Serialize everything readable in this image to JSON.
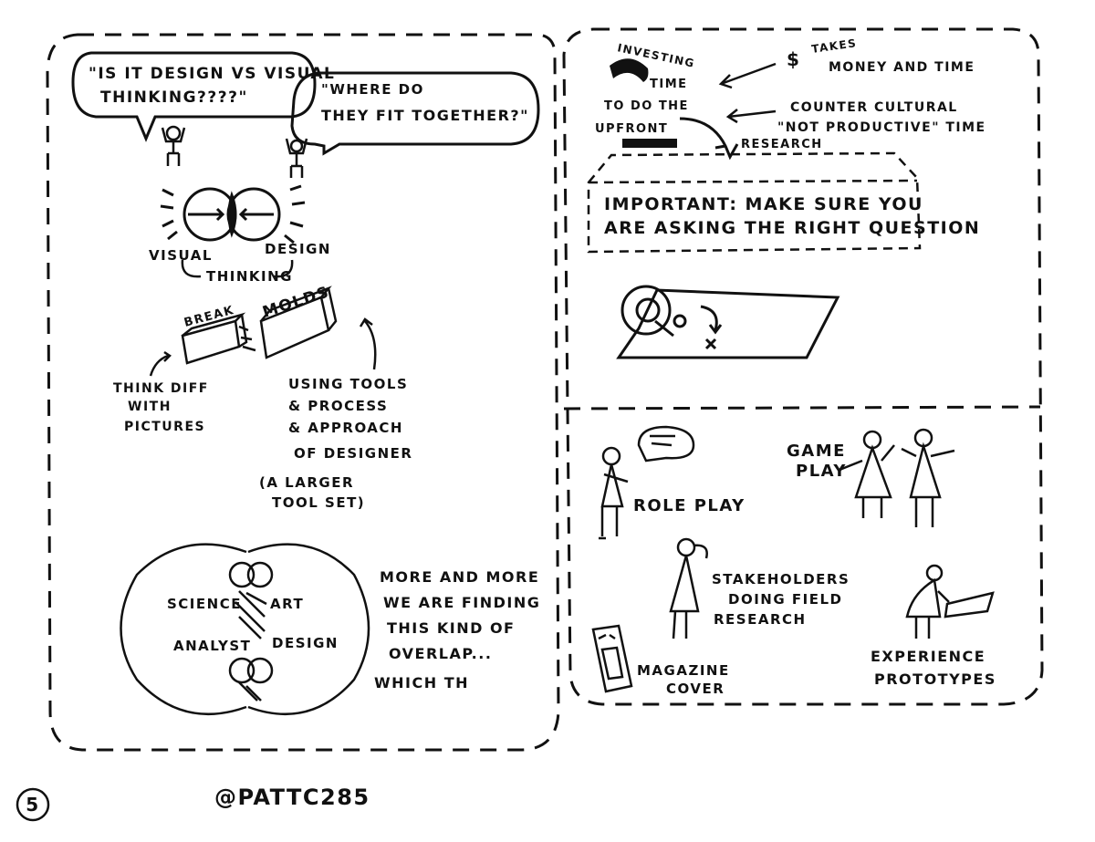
{
  "left_panel": {
    "bubble1": [
      "\"IS IT DESIGN VS VISUAL",
      "THINKING????\""
    ],
    "bubble2": [
      "\"WHERE DO",
      "THEY FIT TOGETHER?\""
    ],
    "venn_left": "VISUAL",
    "venn_right": "DESIGN",
    "venn_bottom": "THINKING",
    "break_label": "BREAK",
    "molds_label": "MOLDS",
    "think_diff": [
      "THINK DIFF",
      "WITH",
      "PICTURES"
    ],
    "using_tools": [
      "USING TOOLS",
      "& PROCESS",
      "& APPROACH",
      "OF DESIGNER"
    ],
    "larger_toolset": [
      "(A LARGER",
      "TOOL SET)"
    ],
    "overlap_labels": {
      "science": "SCIENCE",
      "art": "ART",
      "analyst": "ANALYST",
      "design": "DESIGN"
    },
    "more_and_more": [
      "MORE AND MORE",
      "WE ARE FINDING",
      "THIS KIND OF",
      "OVERLAP...",
      "WHICH TH"
    ]
  },
  "right_panel": {
    "investing": "INVESTING",
    "time": "TIME",
    "to_do_the": "TO DO THE",
    "upfront": "UPFRONT",
    "research": "RESEARCH",
    "dollar": "$",
    "takes": "TAKES",
    "money_and_time": "MONEY AND TIME",
    "counter_cultural": "COUNTER CULTURAL",
    "not_productive": "\"NOT PRODUCTIVE\" TIME",
    "important": [
      "IMPORTANT: MAKE SURE YOU",
      "ARE ASKING THE RIGHT QUESTION"
    ],
    "q_letter": "Q",
    "o_letter": "O",
    "x_letter": "X",
    "role_play": "ROLE PLAY",
    "game_play": [
      "GAME",
      "PLAY"
    ],
    "stakeholders": [
      "STAKEHOLDERS",
      "DOING FIELD",
      "RESEARCH"
    ],
    "magazine_cover": [
      "MAGAZINE",
      "COVER"
    ],
    "experience_prototypes": [
      "EXPERIENCE",
      "PROTOTYPES"
    ]
  },
  "footer": {
    "page_number": "5",
    "handle": "@PATTC285"
  }
}
